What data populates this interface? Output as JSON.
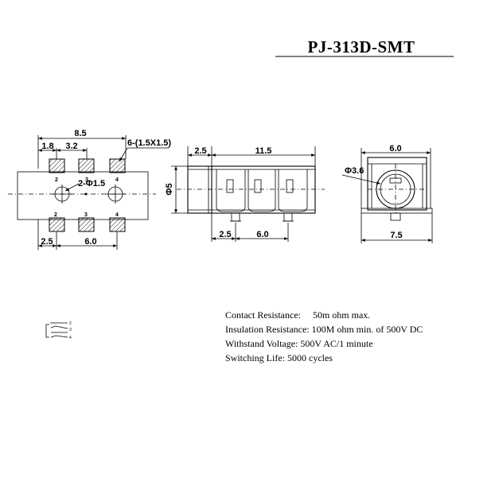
{
  "title": "PJ-313D-SMT",
  "footprint": {
    "dim_total_width": "8.5",
    "dim_pitch_a": "1.8",
    "dim_pitch_b": "3.2",
    "dim_pad_size": "6-(1.5X1.5)",
    "dim_hole": "2-Φ1.5",
    "dim_left": "2.5",
    "dim_bottom": "6.0",
    "pad_labels_top": [
      "2",
      "3",
      "4"
    ],
    "pad_labels_bottom": [
      "2",
      "3",
      "4"
    ]
  },
  "side_view": {
    "dim_left": "2.5",
    "dim_length": "11.5",
    "dim_height": "Φ5",
    "dim_bottom_left": "2.5",
    "dim_bottom_pitch": "6.0"
  },
  "front_view": {
    "dim_top": "6.0",
    "dim_bore": "Φ3.6",
    "dim_bottom": "7.5"
  },
  "schematic": {
    "pin_labels": [
      "2",
      "3",
      "4"
    ]
  },
  "specs": [
    "Contact Resistance:     50m ohm max.",
    "Insulation Resistance: 100M ohm min. of 500V DC",
    "Withstand Voltage: 500V AC/1 minute",
    "Switching Life: 5000 cycles"
  ]
}
